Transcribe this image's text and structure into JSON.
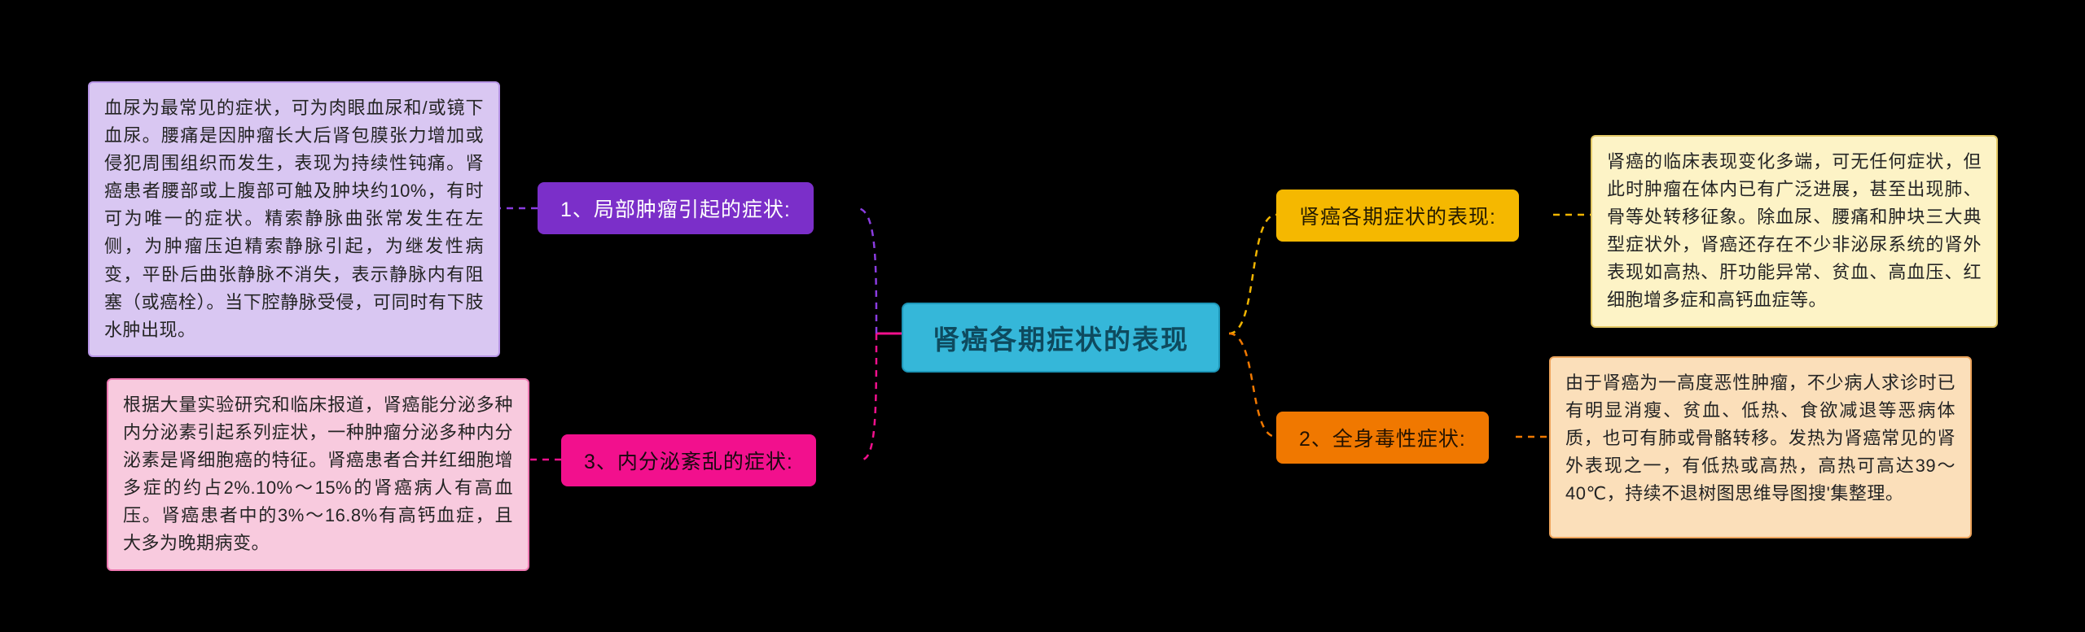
{
  "canvas": {
    "background": "#000000"
  },
  "central": {
    "label": "肾癌各期症状的表现",
    "fill": "#35b7d9",
    "text_color": "#0e4a5e"
  },
  "nodes": {
    "local": {
      "label": "1、局部肿瘤引起的症状:",
      "fill": "#7b2fc9",
      "text_color": "#ffffff",
      "detail_fill": "#d9c7f2",
      "connector_color": "#8a3ce0",
      "detail": "血尿为最常见的症状，可为肉眼血尿和/或镜下血尿。腰痛是因肿瘤长大后肾包膜张力增加或侵犯周围组织而发生，表现为持续性钝痛。肾癌患者腰部或上腹部可触及肿块约10%，有时可为唯一的症状。精索静脉曲张常发生在左侧，为肿瘤压迫精索静脉引起，为继发性病变，平卧后曲张静脉不消失，表示静脉内有阻塞（或癌栓）。当下腔静脉受侵，可同时有下肢水肿出现。"
    },
    "endocrine": {
      "label": "3、内分泌紊乱的症状:",
      "fill": "#f2108d",
      "text_color": "#18090f",
      "detail_fill": "#f8cade",
      "connector_color": "#f2108d",
      "detail": "根据大量实验研究和临床报道，肾癌能分泌多种内分泌素引起系列症状，一种肿瘤分泌多种内分泌素是肾细胞癌的特征。肾癌患者合并红细胞增多症的约占2%.10%～15%的肾癌病人有高血压。肾癌患者中的3%～16.8%有高钙血症，且大多为晚期病变。"
    },
    "overview": {
      "label": "肾癌各期症状的表现:",
      "fill": "#f5b800",
      "text_color": "#241a00",
      "detail_fill": "#fdf3c6",
      "connector_color": "#f0b400",
      "detail": "肾癌的临床表现变化多端，可无任何症状，但此时肿瘤在体内已有广泛进展，甚至出现肺、骨等处转移征象。除血尿、腰痛和肿块三大典型症状外，肾癌还存在不少非泌尿系统的肾外表现如高热、肝功能异常、贫血、高血压、红细胞增多症和高钙血症等。"
    },
    "systemic": {
      "label": "2、全身毒性症状:",
      "fill": "#f07800",
      "text_color": "#241200",
      "detail_fill": "#fbdfba",
      "connector_color": "#f07800",
      "detail": "由于肾癌为一高度恶性肿瘤，不少病人求诊时已有明显消瘦、贫血、低热、食欲减退等恶病体质，也可有肺或骨骼转移。发热为肾癌常见的肾外表现之一，有低热或高热，高热可高达39～40℃，持续不退树图思维导图搜'集整理。"
    }
  }
}
